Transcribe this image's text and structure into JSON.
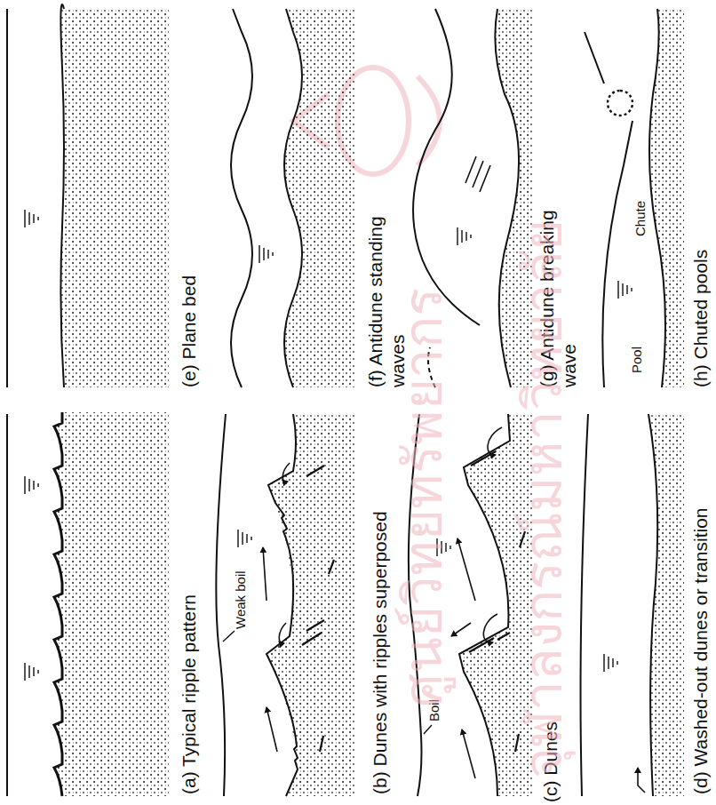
{
  "diagram": {
    "labels": [
      "(a) Typical ripple pattern",
      "(b) Dunes with ripples superposed",
      "Weak boil",
      "(c) Dunes",
      "Boil",
      "(d) Washed-out dunes or transition",
      "(e) Plane bed",
      "(f) Antidune standing waves",
      "(g) Antidune breaking wave",
      "Pool",
      "Chute",
      "(h) Chuted pools",
      "ศูนย์วิทยทรัพยากร",
      "จุฬาลงกรณ์มหาวิทยาลัย"
    ]
  }
}
